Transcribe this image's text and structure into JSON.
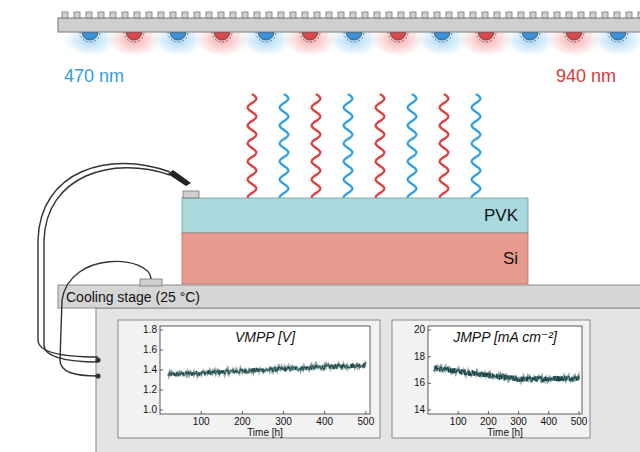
{
  "diagram": {
    "nodes": [
      {
        "text": [
          "PVK"
        ]
      },
      {
        "text": [
          "Si"
        ]
      },
      {
        "text": [
          "Cooling stage (25 °C)"
        ]
      },
      {
        "text": [
          "VMPP [V]",
          "Time [h]"
        ]
      },
      {
        "text": [
          "JMPP [mA cm⁻²]",
          "Time [h]"
        ]
      }
    ],
    "labels": [
      "470 nm",
      "940 nm",
      "1.8",
      "1.6",
      "1.4",
      "1.2",
      "1.0",
      "100",
      "200",
      "300",
      "400",
      "500",
      "20",
      "18",
      "16",
      "14",
      "100",
      "200",
      "300",
      "400",
      "500"
    ]
  }
}
